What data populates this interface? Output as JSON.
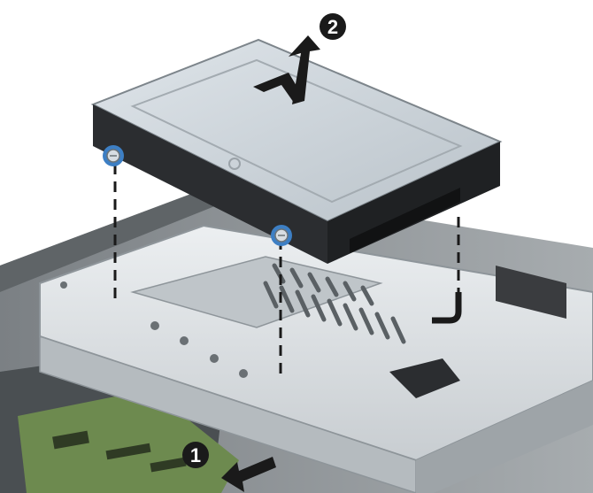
{
  "steps": [
    {
      "number": "1",
      "action": "slide-release-lever"
    },
    {
      "number": "2",
      "action": "lift-drive-out"
    }
  ],
  "colors": {
    "drive_top": "#cfd6dc",
    "drive_side": "#2b2d30",
    "cage": "#dfe3e6",
    "chassis": "#8c9194",
    "board": "#6d8a4f",
    "arrow": "#1a1a1a",
    "screw_blue": "#3d7fc4"
  }
}
